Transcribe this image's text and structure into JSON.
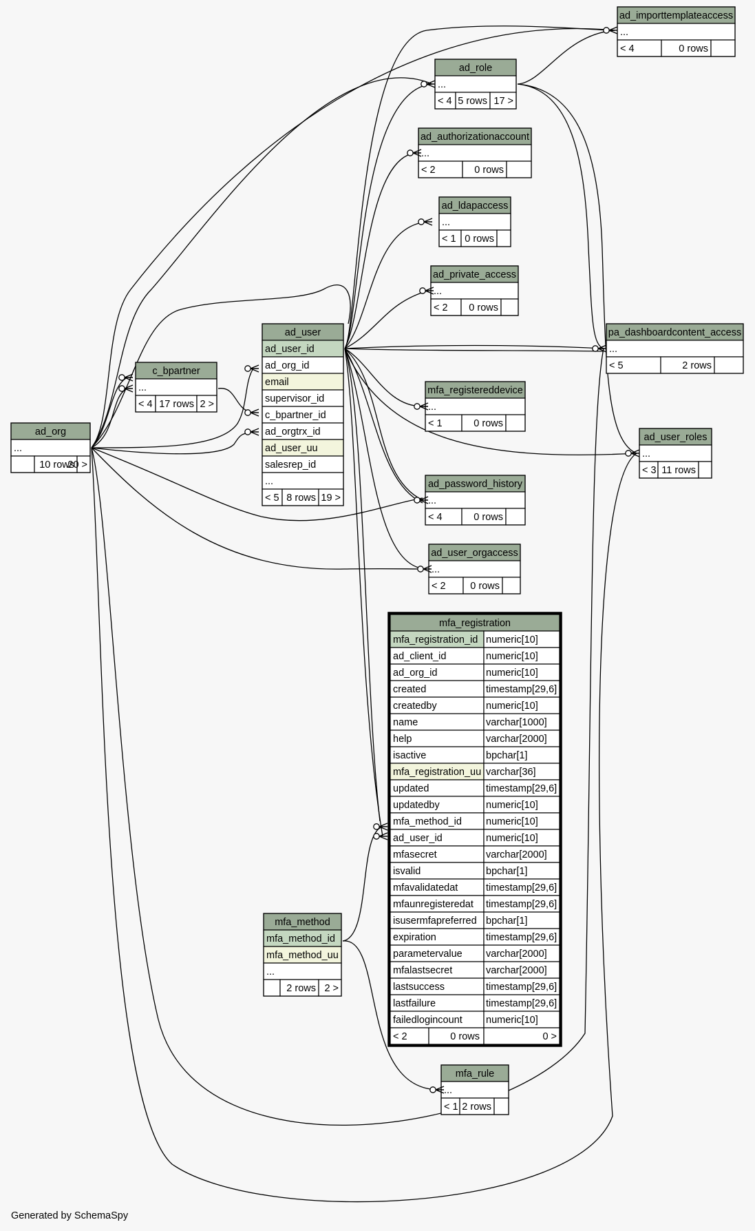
{
  "footer": "Generated by SchemaSpy",
  "colors": {
    "background": "#f7f7f7",
    "header": "#9aab96",
    "primary_key": "#c4d7c0",
    "indexed": "#f3f5dd",
    "plain": "#ffffff",
    "edge": "#000000"
  },
  "tables": {
    "ad_org": {
      "name": "ad_org",
      "rows": [
        {
          "t": "...",
          "k": "plain"
        }
      ],
      "foot": [
        "",
        "10 rows",
        "20 >"
      ]
    },
    "c_bpartner": {
      "name": "c_bpartner",
      "rows": [
        {
          "t": "...",
          "k": "plain"
        }
      ],
      "foot": [
        "< 4",
        "17 rows",
        "2 >"
      ]
    },
    "ad_user": {
      "name": "ad_user",
      "rows": [
        {
          "t": "ad_user_id",
          "k": "pk"
        },
        {
          "t": "ad_org_id",
          "k": "plain"
        },
        {
          "t": "email",
          "k": "idx"
        },
        {
          "t": "supervisor_id",
          "k": "plain"
        },
        {
          "t": "c_bpartner_id",
          "k": "plain"
        },
        {
          "t": "ad_orgtrx_id",
          "k": "plain"
        },
        {
          "t": "ad_user_uu",
          "k": "idx"
        },
        {
          "t": "salesrep_id",
          "k": "plain"
        },
        {
          "t": "...",
          "k": "plain"
        }
      ],
      "foot": [
        "< 5",
        "8 rows",
        "19 >"
      ]
    },
    "ad_importtemplateaccess": {
      "name": "ad_importtemplateaccess",
      "rows": [
        {
          "t": "...",
          "k": "plain"
        }
      ],
      "foot": [
        "< 4",
        "0 rows",
        ""
      ]
    },
    "ad_role": {
      "name": "ad_role",
      "rows": [
        {
          "t": "...",
          "k": "plain"
        }
      ],
      "foot": [
        "< 4",
        "5 rows",
        "17 >"
      ]
    },
    "ad_authorizationaccount": {
      "name": "ad_authorizationaccount",
      "rows": [
        {
          "t": "...",
          "k": "plain"
        }
      ],
      "foot": [
        "< 2",
        "0 rows",
        ""
      ]
    },
    "ad_ldapaccess": {
      "name": "ad_ldapaccess",
      "rows": [
        {
          "t": "...",
          "k": "plain"
        }
      ],
      "foot": [
        "< 1",
        "0 rows",
        ""
      ]
    },
    "ad_private_access": {
      "name": "ad_private_access",
      "rows": [
        {
          "t": "...",
          "k": "plain"
        }
      ],
      "foot": [
        "< 2",
        "0 rows",
        ""
      ]
    },
    "pa_dashboardcontent_access": {
      "name": "pa_dashboardcontent_access",
      "rows": [
        {
          "t": "...",
          "k": "plain"
        }
      ],
      "foot": [
        "< 5",
        "2 rows",
        ""
      ]
    },
    "mfa_registereddevice": {
      "name": "mfa_registereddevice",
      "rows": [
        {
          "t": "...",
          "k": "plain"
        }
      ],
      "foot": [
        "< 1",
        "0 rows",
        ""
      ]
    },
    "ad_user_roles": {
      "name": "ad_user_roles",
      "rows": [
        {
          "t": "...",
          "k": "plain"
        }
      ],
      "foot": [
        "< 3",
        "11 rows",
        ""
      ]
    },
    "ad_password_history": {
      "name": "ad_password_history",
      "rows": [
        {
          "t": "...",
          "k": "plain"
        }
      ],
      "foot": [
        "< 4",
        "0 rows",
        ""
      ]
    },
    "ad_user_orgaccess": {
      "name": "ad_user_orgaccess",
      "rows": [
        {
          "t": "...",
          "k": "plain"
        }
      ],
      "foot": [
        "< 2",
        "0 rows",
        ""
      ]
    },
    "mfa_method": {
      "name": "mfa_method",
      "rows": [
        {
          "t": "mfa_method_id",
          "k": "pk"
        },
        {
          "t": "mfa_method_uu",
          "k": "idx"
        },
        {
          "t": "...",
          "k": "plain"
        }
      ],
      "foot": [
        "",
        "2 rows",
        "2 >"
      ]
    },
    "mfa_rule": {
      "name": "mfa_rule",
      "rows": [
        {
          "t": "...",
          "k": "plain"
        }
      ],
      "foot": [
        "< 1",
        "2 rows",
        ""
      ]
    },
    "mfa_registration": {
      "name": "mfa_registration",
      "columns": [
        {
          "n": "mfa_registration_id",
          "ty": "numeric[10]",
          "k": "pk"
        },
        {
          "n": "ad_client_id",
          "ty": "numeric[10]",
          "k": "plain"
        },
        {
          "n": "ad_org_id",
          "ty": "numeric[10]",
          "k": "plain"
        },
        {
          "n": "created",
          "ty": "timestamp[29,6]",
          "k": "plain"
        },
        {
          "n": "createdby",
          "ty": "numeric[10]",
          "k": "plain"
        },
        {
          "n": "name",
          "ty": "varchar[1000]",
          "k": "plain"
        },
        {
          "n": "help",
          "ty": "varchar[2000]",
          "k": "plain"
        },
        {
          "n": "isactive",
          "ty": "bpchar[1]",
          "k": "plain"
        },
        {
          "n": "mfa_registration_uu",
          "ty": "varchar[36]",
          "k": "idx"
        },
        {
          "n": "updated",
          "ty": "timestamp[29,6]",
          "k": "plain"
        },
        {
          "n": "updatedby",
          "ty": "numeric[10]",
          "k": "plain"
        },
        {
          "n": "mfa_method_id",
          "ty": "numeric[10]",
          "k": "plain"
        },
        {
          "n": "ad_user_id",
          "ty": "numeric[10]",
          "k": "plain"
        },
        {
          "n": "mfasecret",
          "ty": "varchar[2000]",
          "k": "plain"
        },
        {
          "n": "isvalid",
          "ty": "bpchar[1]",
          "k": "plain"
        },
        {
          "n": "mfavalidatedat",
          "ty": "timestamp[29,6]",
          "k": "plain"
        },
        {
          "n": "mfaunregisteredat",
          "ty": "timestamp[29,6]",
          "k": "plain"
        },
        {
          "n": "isusermfapreferred",
          "ty": "bpchar[1]",
          "k": "plain"
        },
        {
          "n": "expiration",
          "ty": "timestamp[29,6]",
          "k": "plain"
        },
        {
          "n": "parametervalue",
          "ty": "varchar[2000]",
          "k": "plain"
        },
        {
          "n": "mfalastsecret",
          "ty": "varchar[2000]",
          "k": "plain"
        },
        {
          "n": "lastsuccess",
          "ty": "timestamp[29,6]",
          "k": "plain"
        },
        {
          "n": "lastfailure",
          "ty": "timestamp[29,6]",
          "k": "plain"
        },
        {
          "n": "failedlogincount",
          "ty": "numeric[10]",
          "k": "plain"
        }
      ],
      "foot": [
        "< 2",
        "0 rows",
        "0 >"
      ]
    }
  }
}
